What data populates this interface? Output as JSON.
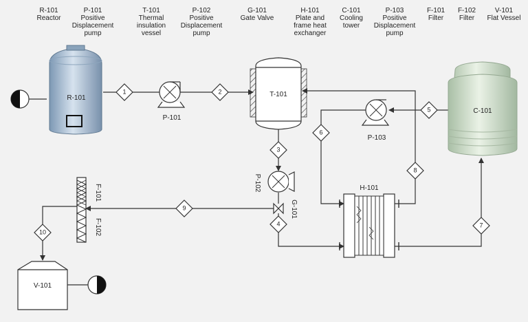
{
  "legend": [
    {
      "tag": "R-101",
      "desc": "Reactor"
    },
    {
      "tag": "P-101",
      "desc": "Positive Displacement pump"
    },
    {
      "tag": "T-101",
      "desc": "Thermal insulation vessel"
    },
    {
      "tag": "P-102",
      "desc": "Positive Displacement pump"
    },
    {
      "tag": "G-101",
      "desc": "Gate Valve"
    },
    {
      "tag": "H-101",
      "desc": "Plate and frame heat exchanger"
    },
    {
      "tag": "C-101",
      "desc": "Cooling tower"
    },
    {
      "tag": "P-103",
      "desc": "Positive Displacement pump"
    },
    {
      "tag": "F-101",
      "desc": "Filter"
    },
    {
      "tag": "F-102",
      "desc": "Filter"
    },
    {
      "tag": "V-101",
      "desc": "Flat Vessel"
    }
  ],
  "equipment": {
    "reactor": "R-101",
    "pump1": "P-101",
    "vessel": "T-101",
    "pump2": "P-102",
    "valve": "G-101",
    "exchanger": "H-101",
    "tower": "C-101",
    "pump3": "P-103",
    "filter1": "F-101",
    "filter2": "F-102",
    "flat_vessel": "V-101"
  },
  "streams": [
    "1",
    "2",
    "3",
    "4",
    "5",
    "6",
    "7",
    "8",
    "9",
    "10"
  ],
  "colors": {
    "line": "#333333",
    "equipment_fill": "#ffffff",
    "reactor": "#9fb6cc",
    "tower": "#c8d8c4"
  }
}
